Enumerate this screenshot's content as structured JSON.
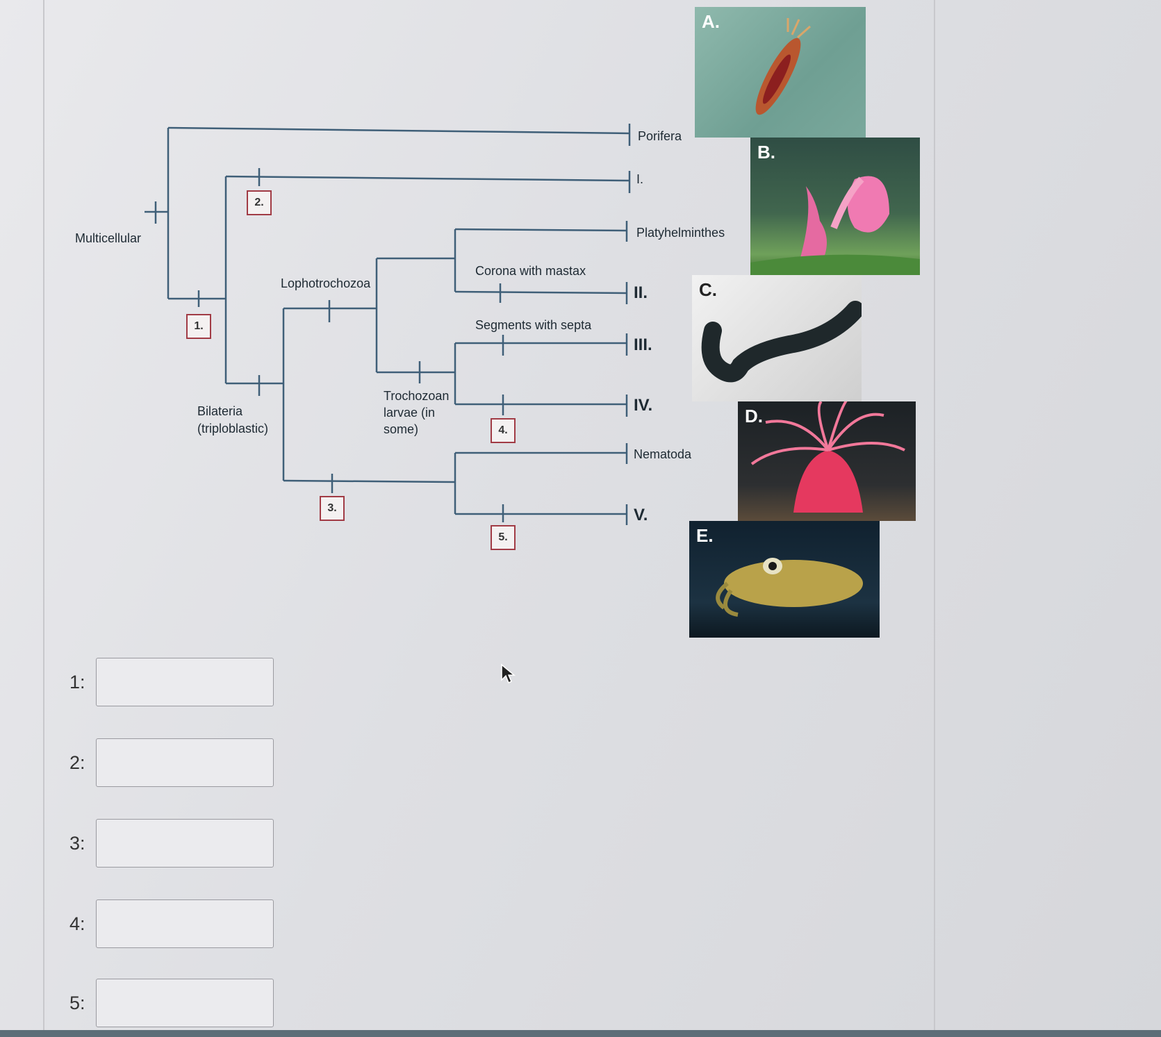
{
  "tree": {
    "root_label": "Multicellular",
    "bilateria_label": "Bilateria\n(triploblastic)",
    "lophotrochozoa_label": "Lophotrochozoa",
    "trochozoan_label": "Trochozoan\nlarvae (in\nsome)",
    "corona_label": "Corona with mastax",
    "segments_label": "Segments with septa",
    "taxa": {
      "porifera": "Porifera",
      "t1": "I.",
      "platyhelminthes": "Platyhelminthes",
      "t2": "II.",
      "t3": "III.",
      "t4": "IV.",
      "nematoda": "Nematoda",
      "t5": "V."
    },
    "boxes": [
      "1.",
      "2.",
      "3.",
      "4.",
      "5."
    ]
  },
  "photos": [
    {
      "tag": "A.",
      "subject": "rotifer"
    },
    {
      "tag": "B.",
      "subject": "orchid mantis"
    },
    {
      "tag": "C.",
      "subject": "leech"
    },
    {
      "tag": "D.",
      "subject": "sea anemone"
    },
    {
      "tag": "E.",
      "subject": "cuttlefish"
    }
  ],
  "answers": [
    {
      "label": "1:",
      "value": ""
    },
    {
      "label": "2:",
      "value": ""
    },
    {
      "label": "3:",
      "value": ""
    },
    {
      "label": "4:",
      "value": ""
    },
    {
      "label": "5:",
      "value": ""
    }
  ],
  "colors": {
    "branch": "#3f5f78",
    "box_border": "#a13b45"
  }
}
